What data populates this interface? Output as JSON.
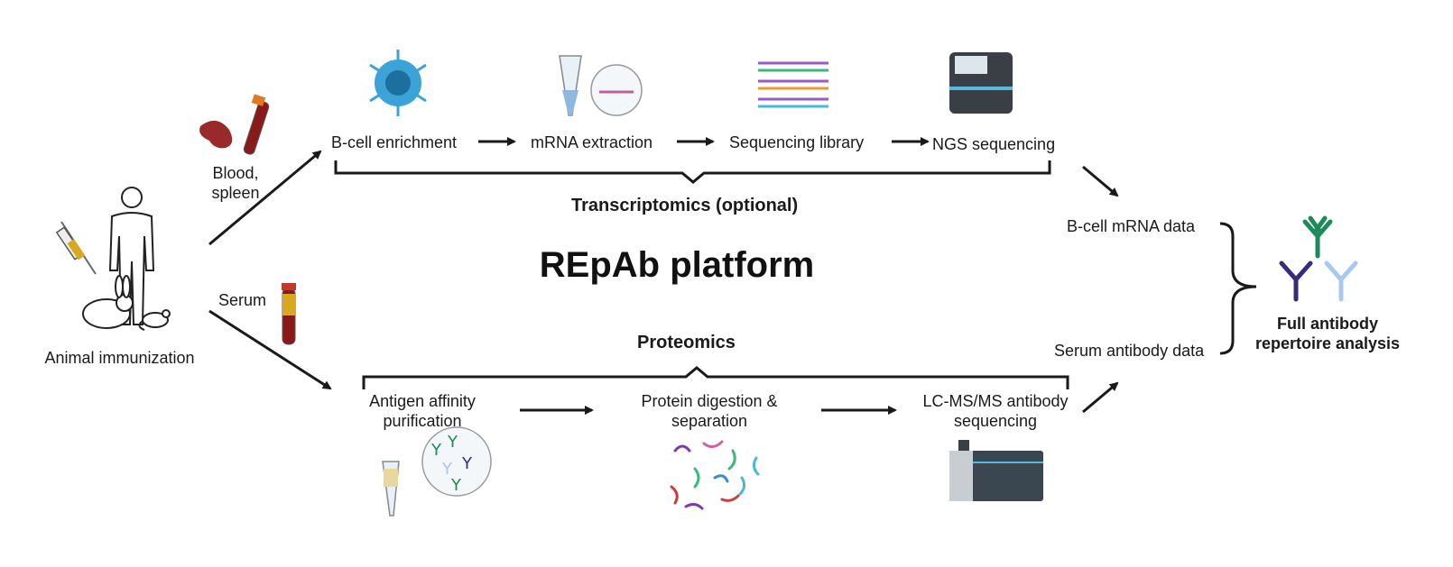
{
  "title": "REpAb platform",
  "immunization": {
    "label": "Animal immunization",
    "blood_spleen": "Blood,\nspleen",
    "serum": "Serum"
  },
  "transcriptomics": {
    "heading": "Transcriptomics (optional)",
    "steps": [
      "B-cell enrichment",
      "mRNA extraction",
      "Sequencing library",
      "NGS sequencing"
    ]
  },
  "proteomics": {
    "heading": "Proteomics",
    "steps": [
      "Antigen affinity\npurification",
      "Protein digestion &\nseparation",
      "LC-MS/MS antibody\nsequencing"
    ]
  },
  "outputs": {
    "mrna_data": "B-cell mRNA data",
    "serum_data": "Serum antibody data",
    "final": "Full antibody\nrepertoire analysis"
  },
  "colors": {
    "arrow": "#1a1a1a",
    "bcell": "#3ba3d6",
    "antibody_green": "#1e8a5a",
    "antibody_purple": "#3a2a7a",
    "antibody_light": "#a8c8f0",
    "blood": "#8a1a1a",
    "spleen": "#9a2a2a",
    "serum": "#d8a820"
  }
}
